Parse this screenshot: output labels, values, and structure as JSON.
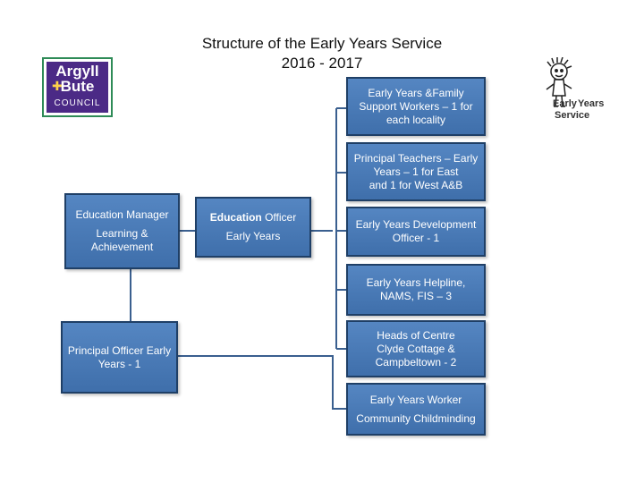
{
  "title": {
    "line1": "Structure of the Early Years Service",
    "line2": "2016 - 2017"
  },
  "logos": {
    "council": {
      "line1": "Argyll",
      "line2": "Bute",
      "line3": "COUNCIL",
      "brand_colors": [
        "#4b2a86",
        "#2e8b57"
      ]
    },
    "early_years": {
      "word1": "Early",
      "word2": "Years",
      "word3": "Service",
      "icon": "child-drawing-icon"
    }
  },
  "boxes": {
    "education_manager": {
      "line1": "Education Manager",
      "line2": "Learning &",
      "line3": "Achievement"
    },
    "education_officer": {
      "line1_bold": "Education",
      "line1_rest": " Officer",
      "line2": "Early Years"
    },
    "principal_officer": {
      "line1": "Principal Officer  Early",
      "line2": "Years - 1"
    },
    "family_support": {
      "line1": "Early Years &Family",
      "line2": "Support Workers – 1 for",
      "line3": "each locality"
    },
    "principal_teachers": {
      "line1": "Principal Teachers – Early",
      "line2": "Years – 1 for East",
      "line3": "and 1 for West A&B"
    },
    "development_officer": {
      "line1": "Early Years Development",
      "line2": "Officer - 1"
    },
    "helpline": {
      "line1": "Early Years Helpline,",
      "line2": "NAMS, FIS – 3"
    },
    "heads_of_centre": {
      "line1": "Heads of Centre",
      "line2": "Clyde Cottage &",
      "line3": "Campbeltown  - 2"
    },
    "childminding": {
      "line1": "Early Years Worker",
      "line2": "Community Childminding"
    }
  },
  "colors": {
    "box_fill": "#4a7bb8",
    "box_border": "#1f3f66",
    "connector": "#3a5f8f"
  }
}
